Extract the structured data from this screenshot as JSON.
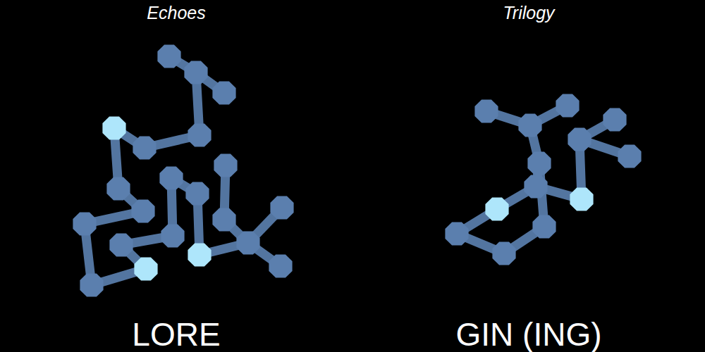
{
  "diagram": {
    "labels": [
      "Echoes",
      "Trilogy",
      "LORE",
      "GIN (ING)"
    ]
  }
}
